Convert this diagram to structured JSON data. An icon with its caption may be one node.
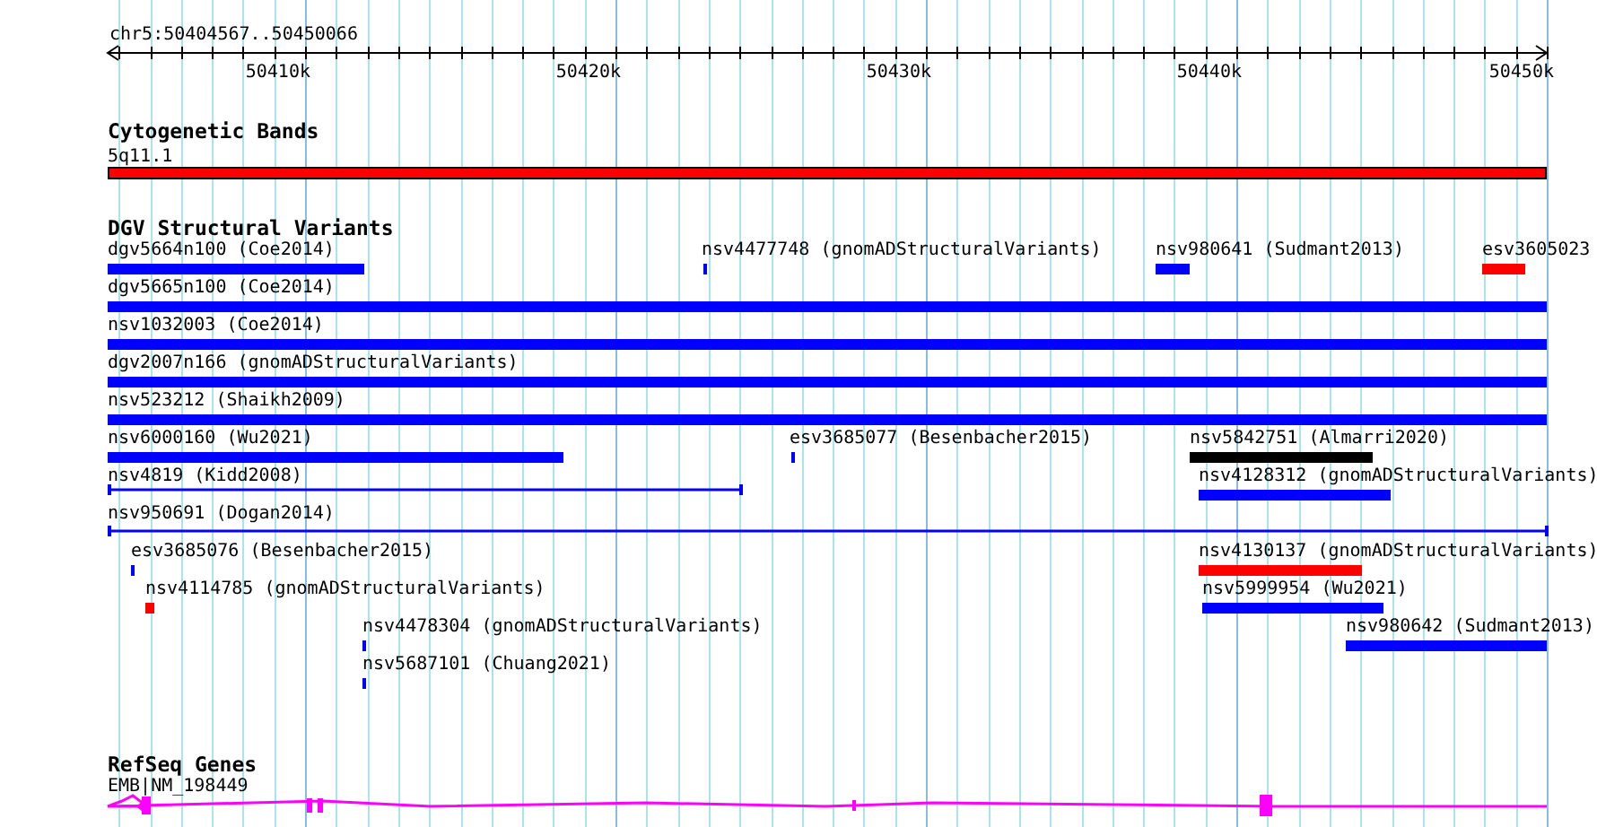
{
  "diagram": {
    "nodes": [
      {
        "text": [
          "5q11.1"
        ]
      },
      {
        "text": [
          "dgv5664n100 (Coe2014)"
        ]
      },
      {
        "text": [
          "nsv4477748 (gnomADStructuralVariants)"
        ]
      },
      {
        "text": [
          "nsv980641 (Sudmant2013)"
        ]
      },
      {
        "text": [
          "esv3605023"
        ]
      },
      {
        "text": [
          "dgv5665n100 (Coe2014)"
        ]
      },
      {
        "text": [
          "nsv1032003 (Coe2014)"
        ]
      },
      {
        "text": [
          "dgv2007n166 (gnomADStructuralVariants)"
        ]
      },
      {
        "text": [
          "nsv523212 (Shaikh2009)"
        ]
      },
      {
        "text": [
          "nsv6000160 (Wu2021)"
        ]
      },
      {
        "text": [
          "esv3685077 (Besenbacher2015)"
        ]
      },
      {
        "text": [
          "nsv5842751 (Almarri2020)"
        ]
      },
      {
        "text": [
          "nsv4819 (Kidd2008)"
        ]
      },
      {
        "text": [
          "nsv4128312 (gnomADStructuralVariants)"
        ]
      },
      {
        "text": [
          "nsv950691 (Dogan2014)"
        ]
      },
      {
        "text": [
          "esv3685076 (Besenbacher2015)"
        ]
      },
      {
        "text": [
          "nsv4130137 (gnomADStructuralVariants)"
        ]
      },
      {
        "text": [
          "nsv4114785 (gnomADStructuralVariants)"
        ]
      },
      {
        "text": [
          "nsv5999954 (Wu2021)"
        ]
      },
      {
        "text": [
          "nsv4478304 (gnomADStructuralVariants)"
        ]
      },
      {
        "text": [
          "nsv980642 (Sudmant2013)"
        ]
      },
      {
        "text": [
          "nsv5687101 (Chuang2021)"
        ]
      },
      {
        "text": [
          "EMB|NM_198449"
        ]
      }
    ],
    "labels": [
      "chr5:50404567..50450066",
      "50410k",
      "50420k",
      "50430k",
      "50440k",
      "50450k",
      "Cytogenetic Bands",
      "DGV Structural Variants",
      "RefSeq Genes"
    ]
  }
}
